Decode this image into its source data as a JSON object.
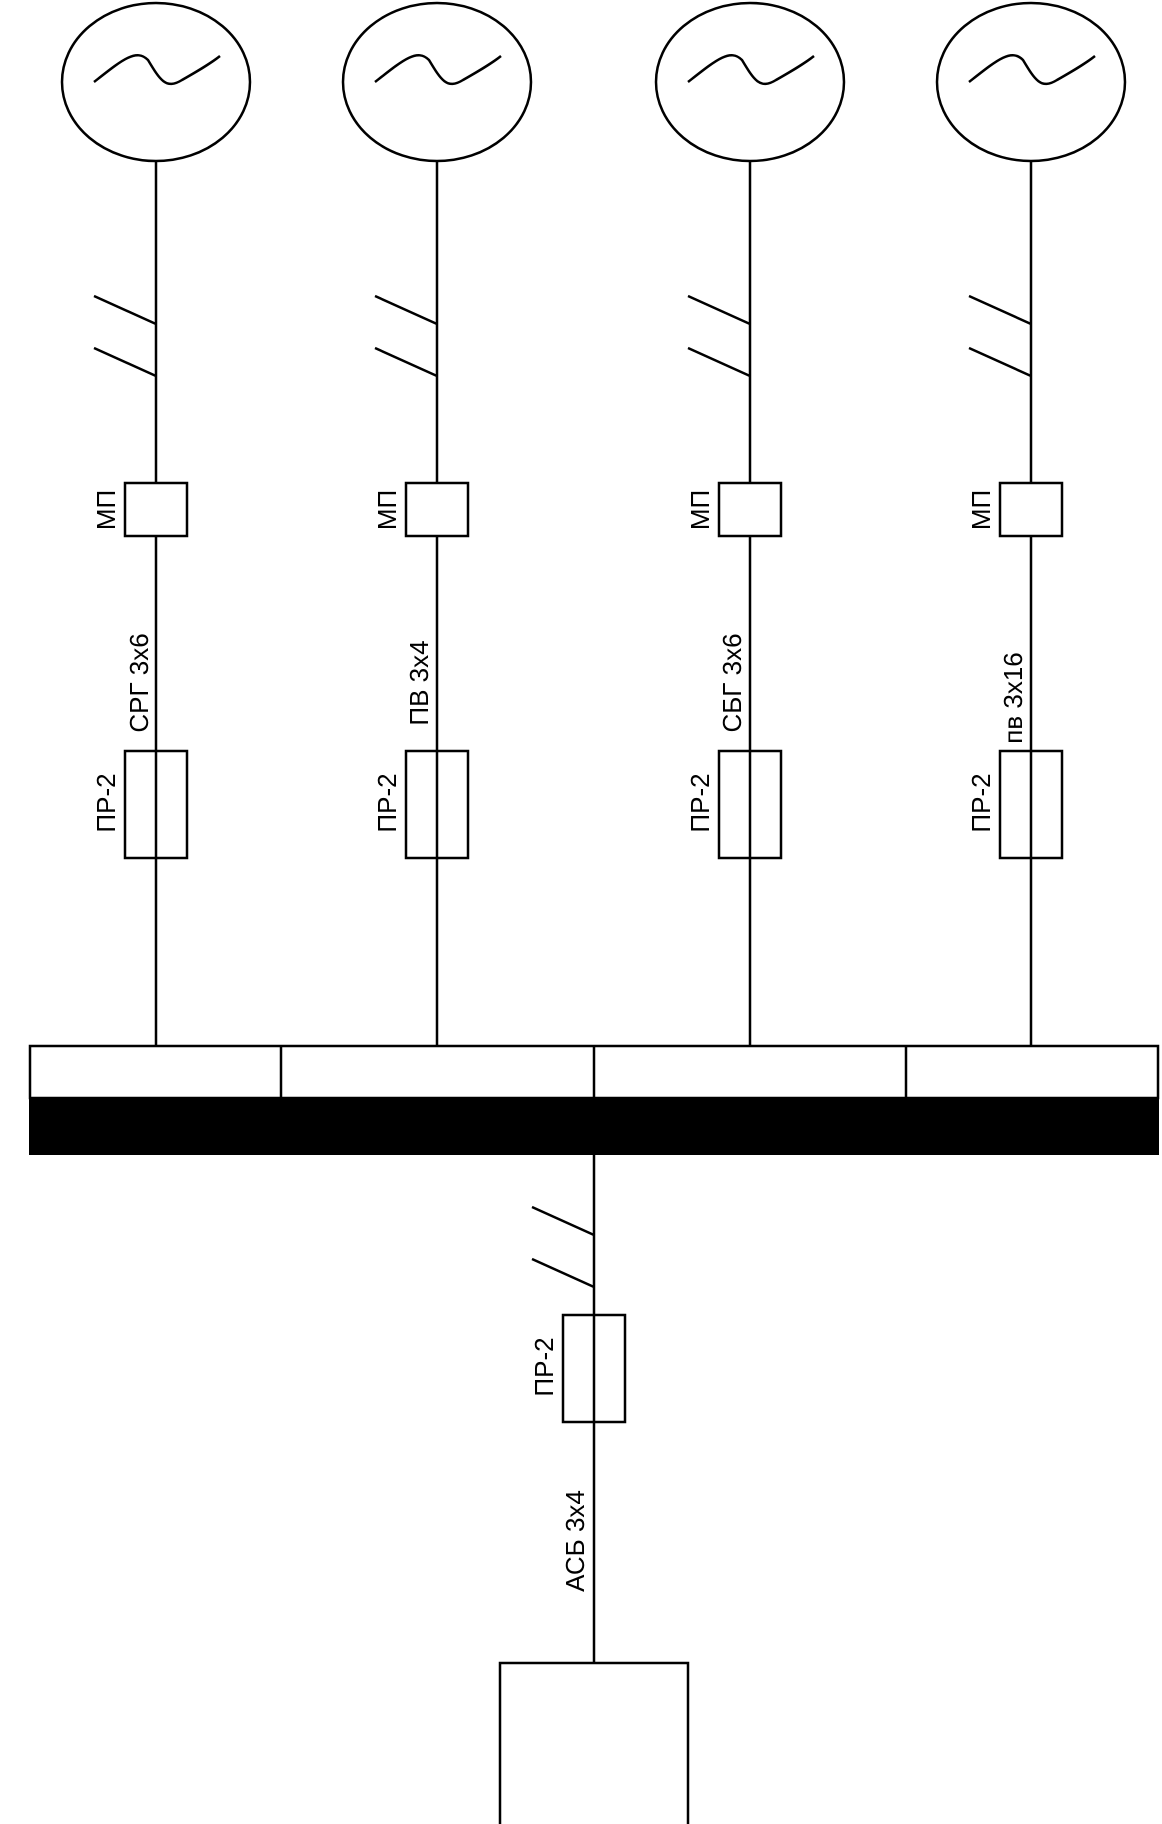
{
  "feeders": [
    {
      "motor_starter": "МП",
      "cable": "СРГ 3х6",
      "fuse": "ПР-2"
    },
    {
      "motor_starter": "МП",
      "cable": "ПВ 3х4",
      "fuse": "ПР-2"
    },
    {
      "motor_starter": "МП",
      "cable": "СБГ 3х6",
      "fuse": "ПР-2"
    },
    {
      "motor_starter": "МП",
      "cable": "пв 3х16",
      "fuse": "ПР-2"
    }
  ],
  "supply": {
    "fuse": "ПР-2",
    "cable": "АСБ 3х4"
  },
  "colors": {
    "stroke": "#000000",
    "background": "#ffffff",
    "busbar_fill": "#000000"
  }
}
